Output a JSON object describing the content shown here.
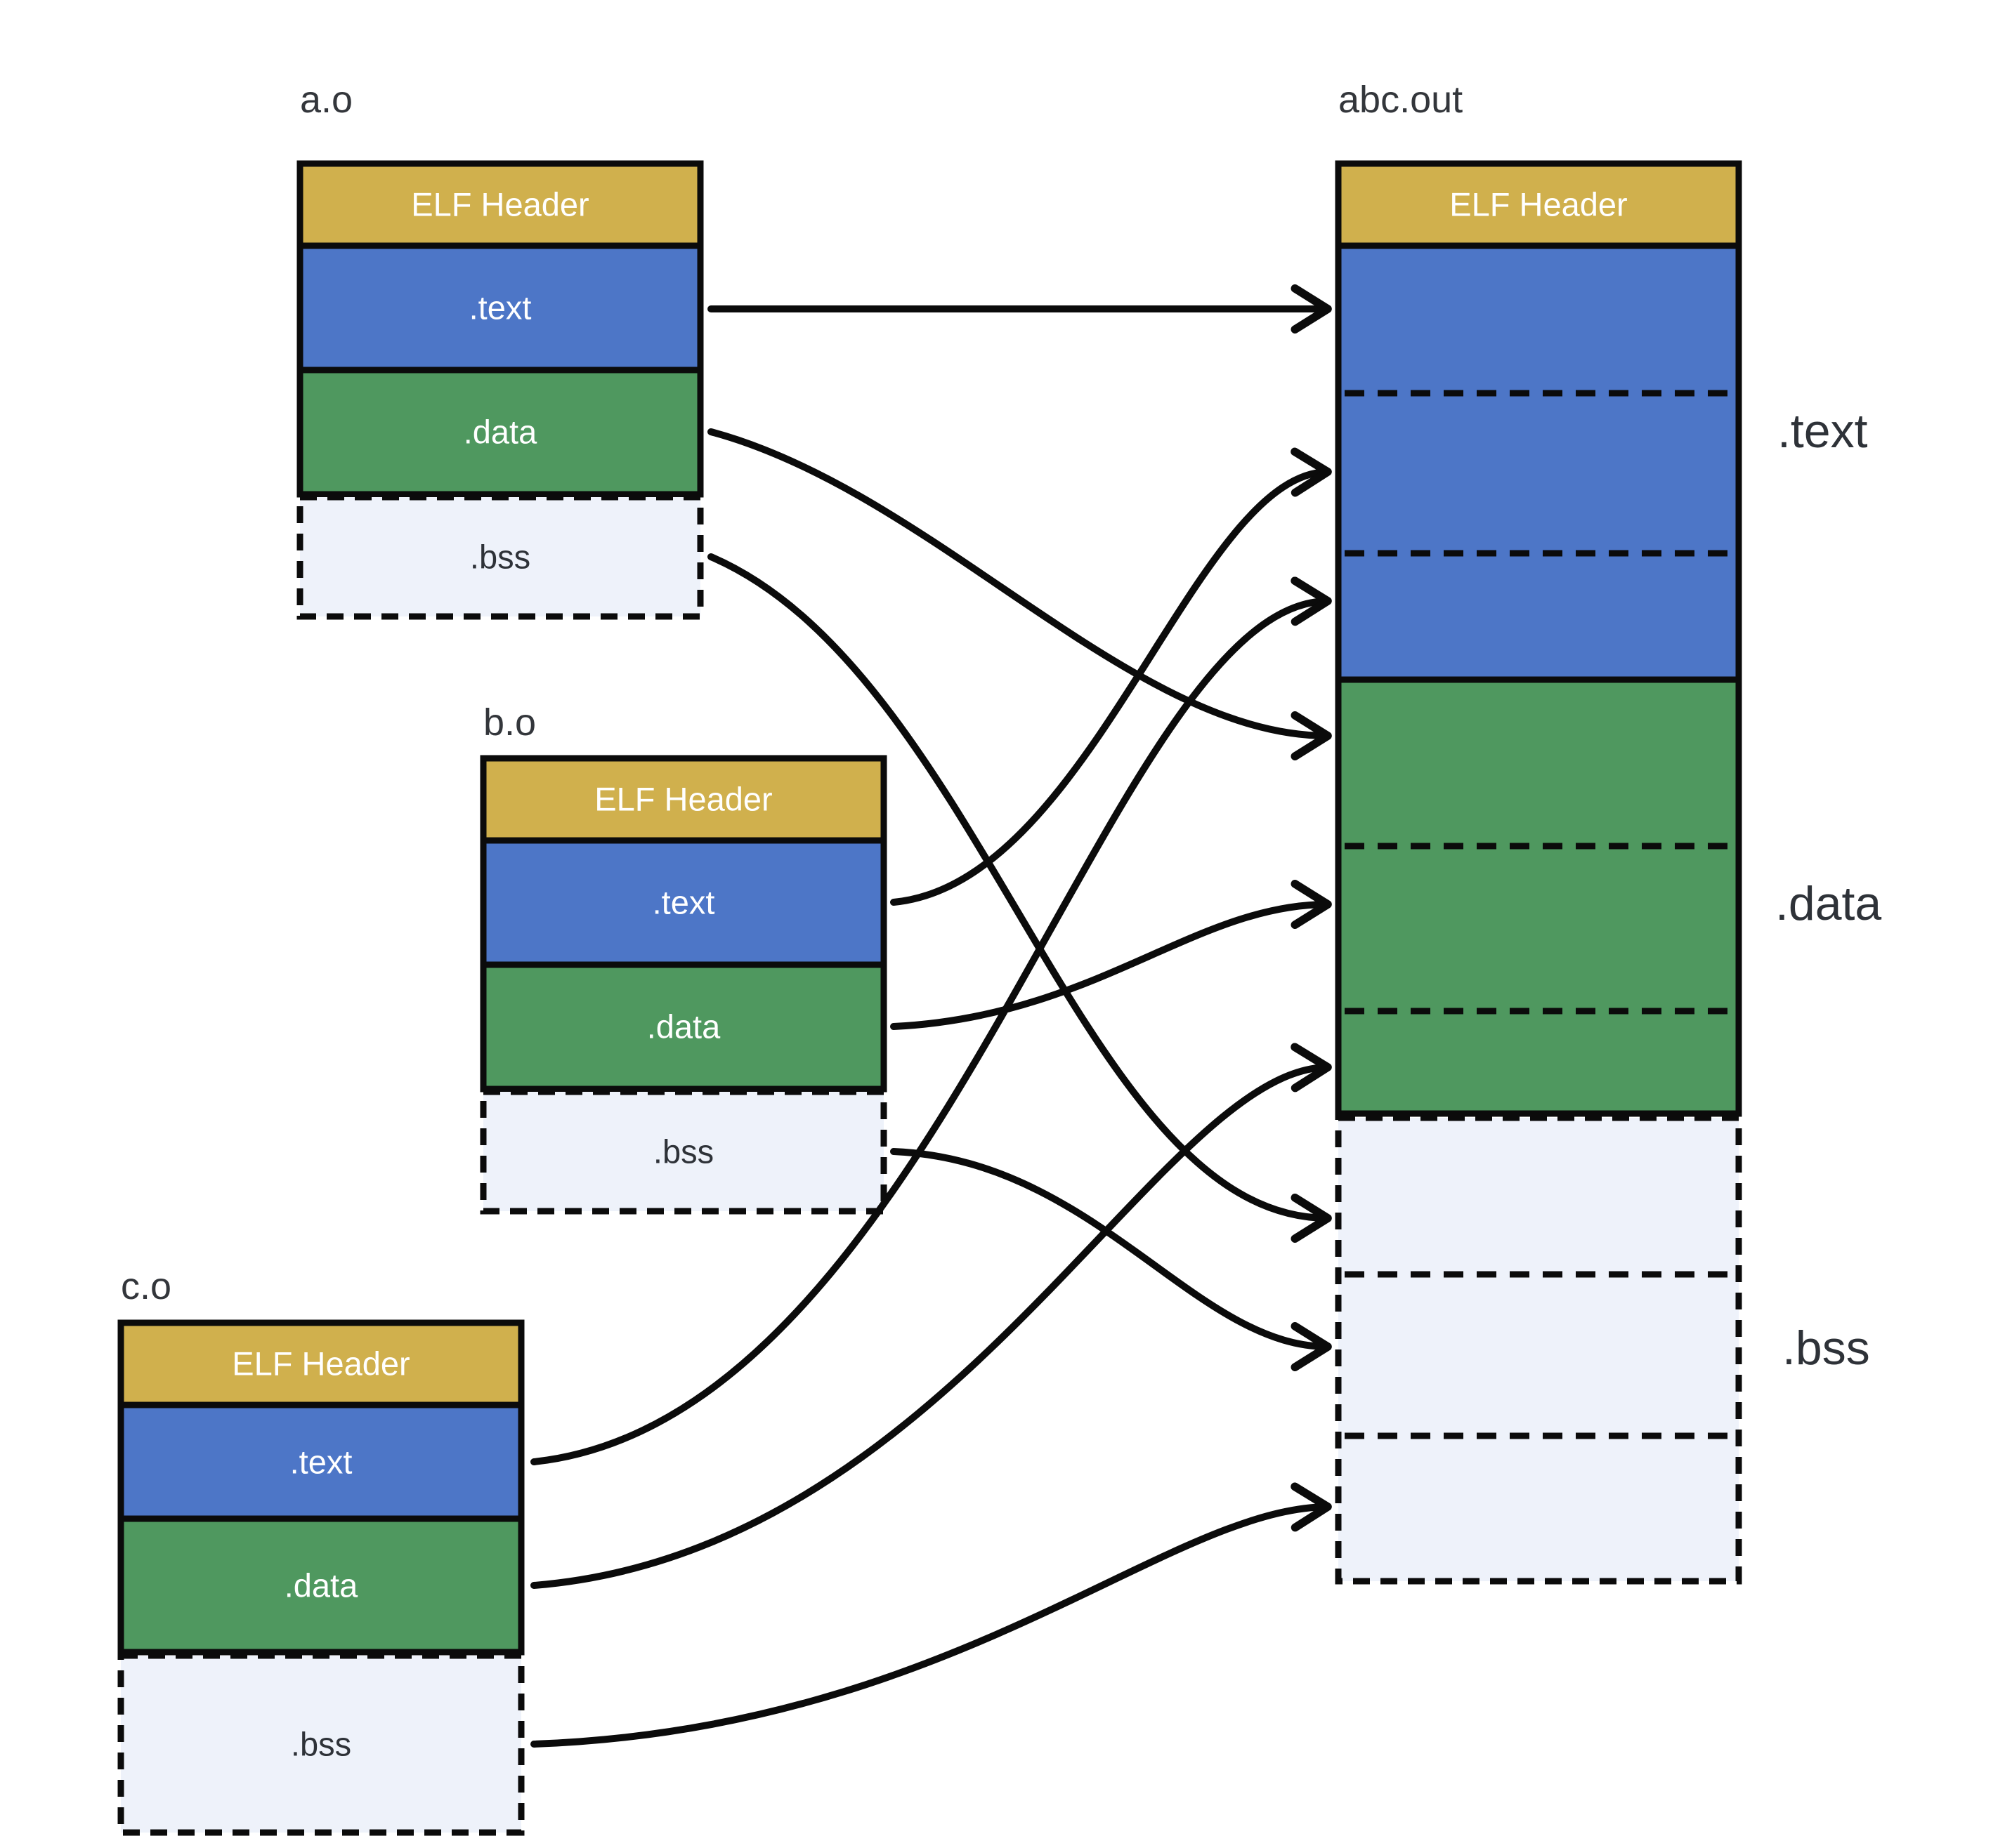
{
  "colors": {
    "header": "#D0B04D",
    "text": "#4D76C7",
    "data": "#4F985F",
    "bss": "#EEF2FA",
    "stroke": "#0B0B0B",
    "label": "#33363B"
  },
  "files": [
    {
      "name": "a.o",
      "sections": {
        "header": "ELF Header",
        "text": ".text",
        "data": ".data",
        "bss": ".bss"
      }
    },
    {
      "name": "b.o",
      "sections": {
        "header": "ELF Header",
        "text": ".text",
        "data": ".data",
        "bss": ".bss"
      }
    },
    {
      "name": "c.o",
      "sections": {
        "header": "ELF Header",
        "text": ".text",
        "data": ".data",
        "bss": ".bss"
      }
    }
  ],
  "output": {
    "name": "abc.out",
    "header": "ELF Header",
    "regions": {
      "text": ".text",
      "data": ".data",
      "bss": ".bss"
    }
  },
  "links": [
    {
      "from": "a.o .text",
      "to": "abc.out .text part 1"
    },
    {
      "from": "b.o .text",
      "to": "abc.out .text part 2"
    },
    {
      "from": "c.o .text",
      "to": "abc.out .text part 3"
    },
    {
      "from": "a.o .data",
      "to": "abc.out .data part 1"
    },
    {
      "from": "b.o .data",
      "to": "abc.out .data part 2"
    },
    {
      "from": "c.o .data",
      "to": "abc.out .data part 3"
    },
    {
      "from": "a.o .bss",
      "to": "abc.out .bss part 1"
    },
    {
      "from": "b.o .bss",
      "to": "abc.out .bss part 2"
    },
    {
      "from": "c.o .bss",
      "to": "abc.out .bss part 3"
    }
  ]
}
